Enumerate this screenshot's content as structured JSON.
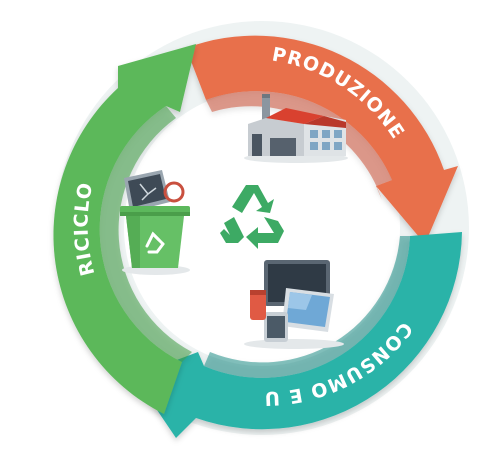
{
  "diagram": {
    "stages": [
      {
        "label": "PRODUZIONE",
        "color": "#E86F4B",
        "color_dark": "#C8533A"
      },
      {
        "label": "CONSUMO E USO",
        "color": "#2BB3A8",
        "color_dark": "#1F8E86"
      },
      {
        "label": "RICICLO",
        "color": "#5BB85A",
        "color_dark": "#3F9A43"
      }
    ],
    "center_icon": "recycle-symbol-icon",
    "center_icon_color": "#3DAA64",
    "icons": [
      "factory-icon",
      "electronics-devices-icon",
      "recycle-bin-icon"
    ]
  }
}
